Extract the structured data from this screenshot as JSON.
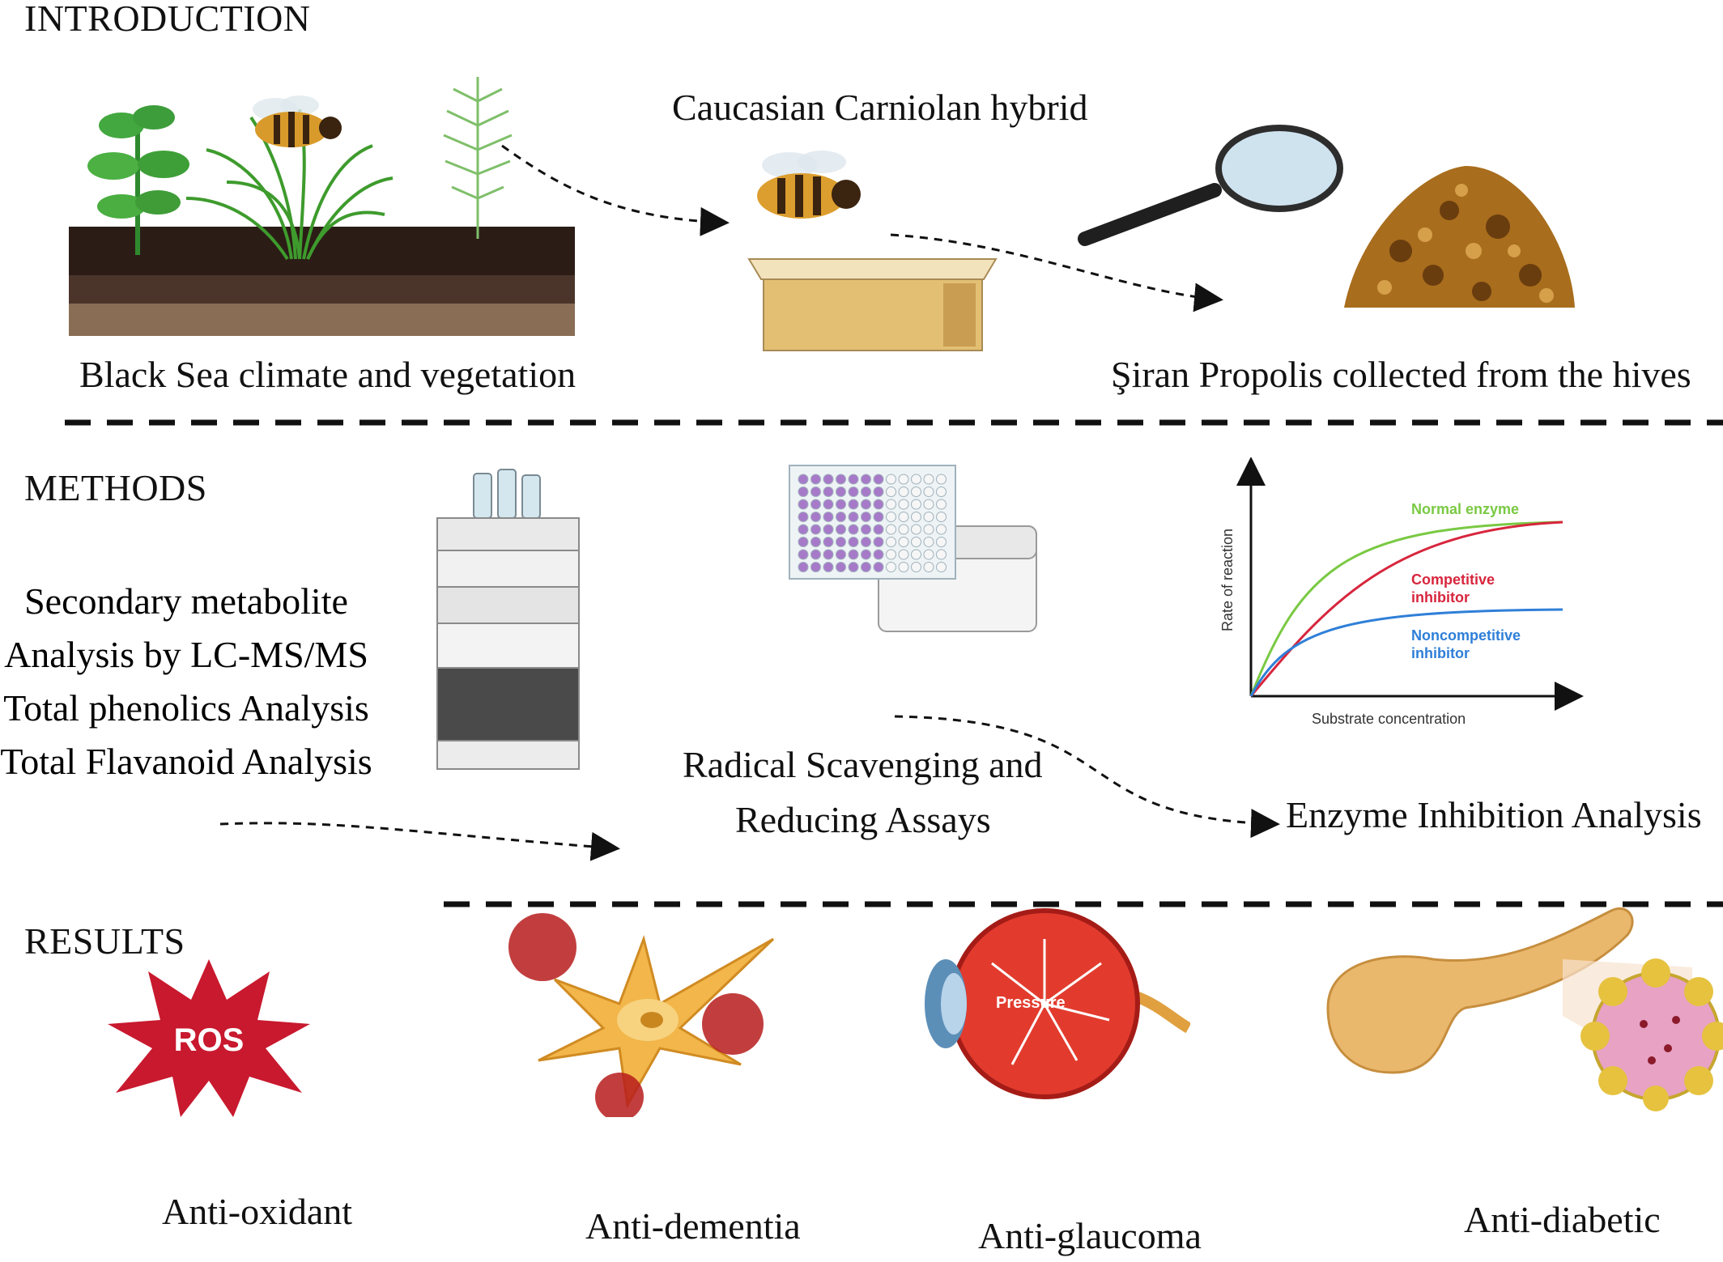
{
  "sections": {
    "introduction": "INTRODUCTION",
    "methods": "METHODS",
    "results": "RESULTS"
  },
  "introduction": {
    "vegetation_label": "Black Sea climate and vegetation",
    "bee_label": "Caucasian Carniolan hybrid",
    "propolis_label": "Şiran Propolis collected from the hives"
  },
  "methods": {
    "lcms_lines": [
      "Secondary metabolite",
      "Analysis by LC-MS/MS",
      "Total phenolics Analysis",
      "Total Flavanoid Analysis"
    ],
    "assay_lines": [
      "Radical Scavenging and",
      "Reducing Assays"
    ],
    "enzyme_label": "Enzyme Inhibition Analysis",
    "kinetics_chart": {
      "xlabel": "Substrate concentration",
      "ylabel": "Rate of reaction",
      "series": [
        {
          "name": "Normal enzyme",
          "color": "#7ac943"
        },
        {
          "name": "Competitive inhibitor",
          "color": "#d7263d"
        },
        {
          "name": "Noncompetitive inhibitor",
          "color": "#2f7fd8"
        }
      ]
    }
  },
  "results": {
    "ros_badge": "ROS",
    "pressure_label": "Pressure",
    "items": [
      "Anti-oxidant",
      "Anti-dementia",
      "Anti-glaucoma",
      "Anti-diabetic"
    ]
  },
  "icons": [
    "plant-icon",
    "bee-icon",
    "hive-icon",
    "magnifier-icon",
    "propolis-icon",
    "lc-ms-instrument-icon",
    "microplate-reader-icon",
    "ros-burst-icon",
    "neuron-icon",
    "eye-icon",
    "pancreas-icon"
  ]
}
